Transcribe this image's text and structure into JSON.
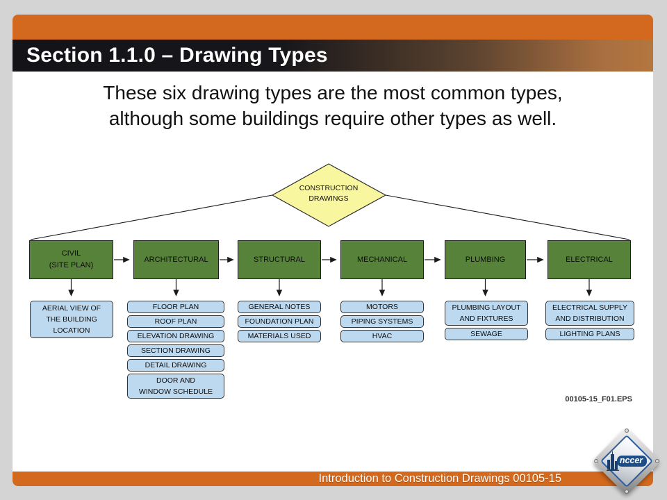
{
  "slide": {
    "title": "Section 1.1.0 – Drawing Types",
    "subtitle": [
      "These six drawing types are the most common types,",
      "although some buildings require other types as well."
    ],
    "footer": "Introduction to Construction Drawings 00105-15",
    "figure_ref": "00105-15_F01.EPS"
  },
  "logo": {
    "text": "nccer"
  },
  "colors": {
    "accent_orange": "#d2691e",
    "category_green": "#568339",
    "subtype_blue": "#bcd9f0",
    "root_yellow": "#f9f6a0",
    "background_gray": "#d4d4d4"
  },
  "diagram": {
    "root": {
      "lines": [
        "CONSTRUCTION",
        "DRAWINGS"
      ]
    },
    "categories": [
      {
        "name": "civil",
        "lines": [
          "CIVIL",
          "(SITE PLAN)"
        ],
        "children": [
          {
            "lines": [
              "AERIAL VIEW OF",
              "THE BUILDING",
              "LOCATION"
            ]
          }
        ]
      },
      {
        "name": "architectural",
        "lines": [
          "ARCHITECTURAL"
        ],
        "children": [
          {
            "lines": [
              "FLOOR PLAN"
            ]
          },
          {
            "lines": [
              "ROOF PLAN"
            ]
          },
          {
            "lines": [
              "ELEVATION DRAWING"
            ]
          },
          {
            "lines": [
              "SECTION DRAWING"
            ]
          },
          {
            "lines": [
              "DETAIL DRAWING"
            ]
          },
          {
            "lines": [
              "DOOR AND",
              "WINDOW SCHEDULE"
            ]
          }
        ]
      },
      {
        "name": "structural",
        "lines": [
          "STRUCTURAL"
        ],
        "children": [
          {
            "lines": [
              "GENERAL NOTES"
            ]
          },
          {
            "lines": [
              "FOUNDATION PLAN"
            ]
          },
          {
            "lines": [
              "MATERIALS USED"
            ]
          }
        ]
      },
      {
        "name": "mechanical",
        "lines": [
          "MECHANICAL"
        ],
        "children": [
          {
            "lines": [
              "MOTORS"
            ]
          },
          {
            "lines": [
              "PIPING SYSTEMS"
            ]
          },
          {
            "lines": [
              "HVAC"
            ]
          }
        ]
      },
      {
        "name": "plumbing",
        "lines": [
          "PLUMBING"
        ],
        "children": [
          {
            "lines": [
              "PLUMBING LAYOUT",
              "AND FIXTURES"
            ]
          },
          {
            "lines": [
              "SEWAGE"
            ]
          }
        ]
      },
      {
        "name": "electrical",
        "lines": [
          "ELECTRICAL"
        ],
        "children": [
          {
            "lines": [
              "ELECTRICAL SUPPLY",
              "AND DISTRIBUTION"
            ]
          },
          {
            "lines": [
              "LIGHTING PLANS"
            ]
          }
        ]
      }
    ]
  }
}
